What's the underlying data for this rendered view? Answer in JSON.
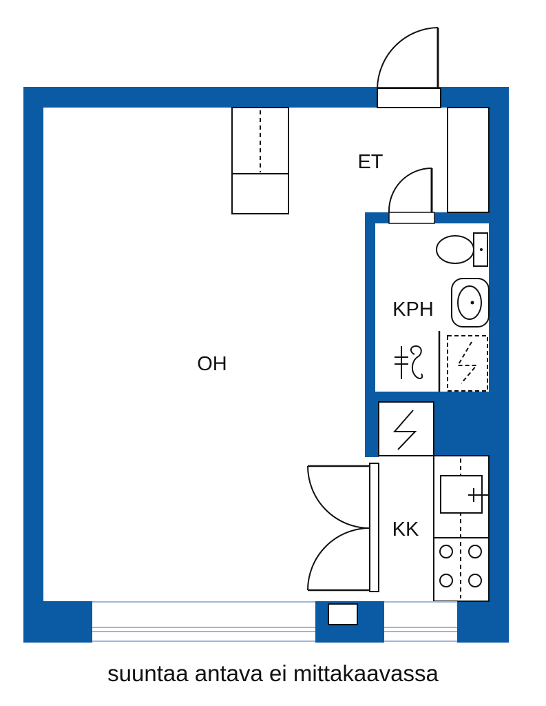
{
  "rooms": {
    "entry": "ET",
    "living": "OH",
    "bathroom": "KPH",
    "kitchen": "KK"
  },
  "caption": "suuntaa antava ei mittakaavassa",
  "colors": {
    "wall": "#0a5aa4",
    "line": "#111111",
    "floor": "#ffffff",
    "window": "#9fb6d6"
  },
  "icons": [
    "door-swing-icon",
    "wardrobe-icon",
    "toilet-icon",
    "washbasin-icon",
    "shower-icon",
    "shower-drain-icon",
    "electric-cabinet-icon",
    "kitchen-sink-icon",
    "stove-icon",
    "window-icon"
  ]
}
